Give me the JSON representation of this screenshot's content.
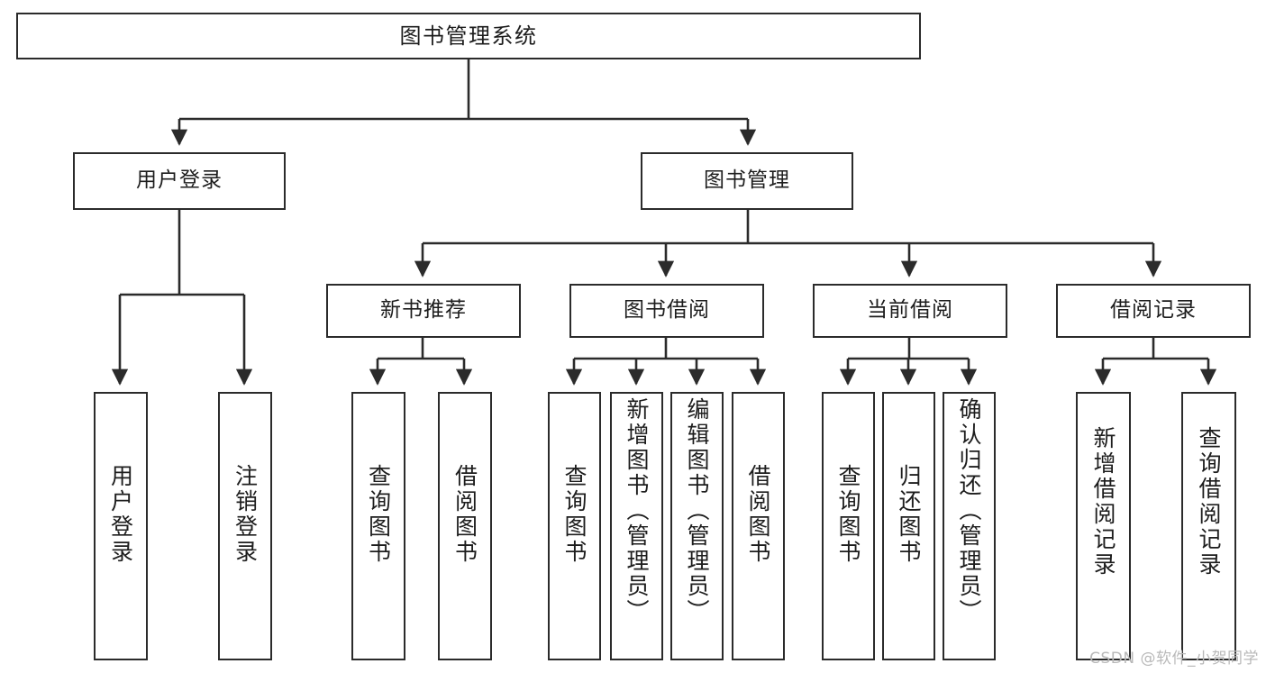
{
  "diagram": {
    "title": "图书管理系统",
    "watermark": "CSDN @软件_小贺同学",
    "stroke_color": "#2b2b2b",
    "fill_color": "#ffffff",
    "text_color": "#1d1d1d",
    "watermark_color": "#b9b9b9",
    "type": "tree-hierarchy",
    "levels": 4,
    "nodes": {
      "root": {
        "label": "图书管理系统",
        "level": 1,
        "orientation": "horizontal"
      },
      "l2": [
        {
          "id": "user-login",
          "label": "用户登录",
          "level": 2,
          "orientation": "horizontal"
        },
        {
          "id": "book-manage",
          "label": "图书管理",
          "level": 2,
          "orientation": "horizontal"
        }
      ],
      "l3": [
        {
          "id": "new-book-rec",
          "label": "新书推荐",
          "level": 3,
          "orientation": "horizontal",
          "parent": "book-manage"
        },
        {
          "id": "book-borrow",
          "label": "图书借阅",
          "level": 3,
          "orientation": "horizontal",
          "parent": "book-manage"
        },
        {
          "id": "current-borrow",
          "label": "当前借阅",
          "level": 3,
          "orientation": "horizontal",
          "parent": "book-manage"
        },
        {
          "id": "borrow-record",
          "label": "借阅记录",
          "level": 3,
          "orientation": "horizontal",
          "parent": "book-manage"
        }
      ],
      "leaves": [
        {
          "id": "leaf-user-login",
          "label": "用户登录",
          "parent": "user-login",
          "orientation": "vertical"
        },
        {
          "id": "leaf-logout",
          "label": "注销登录",
          "parent": "user-login",
          "orientation": "vertical"
        },
        {
          "id": "leaf-query-book-1",
          "label": "查询图书",
          "parent": "new-book-rec",
          "orientation": "vertical"
        },
        {
          "id": "leaf-borrow-book-1",
          "label": "借阅图书",
          "parent": "new-book-rec",
          "orientation": "vertical"
        },
        {
          "id": "leaf-query-book-2",
          "label": "查询图书",
          "parent": "book-borrow",
          "orientation": "vertical"
        },
        {
          "id": "leaf-add-book",
          "label": "新增图书（管理员）",
          "parent": "book-borrow",
          "orientation": "vertical"
        },
        {
          "id": "leaf-edit-book",
          "label": "编辑图书（管理员）",
          "parent": "book-borrow",
          "orientation": "vertical"
        },
        {
          "id": "leaf-borrow-book-2",
          "label": "借阅图书",
          "parent": "book-borrow",
          "orientation": "vertical"
        },
        {
          "id": "leaf-query-book-3",
          "label": "查询图书",
          "parent": "current-borrow",
          "orientation": "vertical"
        },
        {
          "id": "leaf-return-book",
          "label": "归还图书",
          "parent": "current-borrow",
          "orientation": "vertical"
        },
        {
          "id": "leaf-confirm-return",
          "label": "确认归还（管理员）",
          "parent": "current-borrow",
          "orientation": "vertical"
        },
        {
          "id": "leaf-add-record",
          "label": "新增借阅记录",
          "parent": "borrow-record",
          "orientation": "vertical"
        },
        {
          "id": "leaf-query-record",
          "label": "查询借阅记录",
          "parent": "borrow-record",
          "orientation": "vertical"
        }
      ]
    }
  }
}
